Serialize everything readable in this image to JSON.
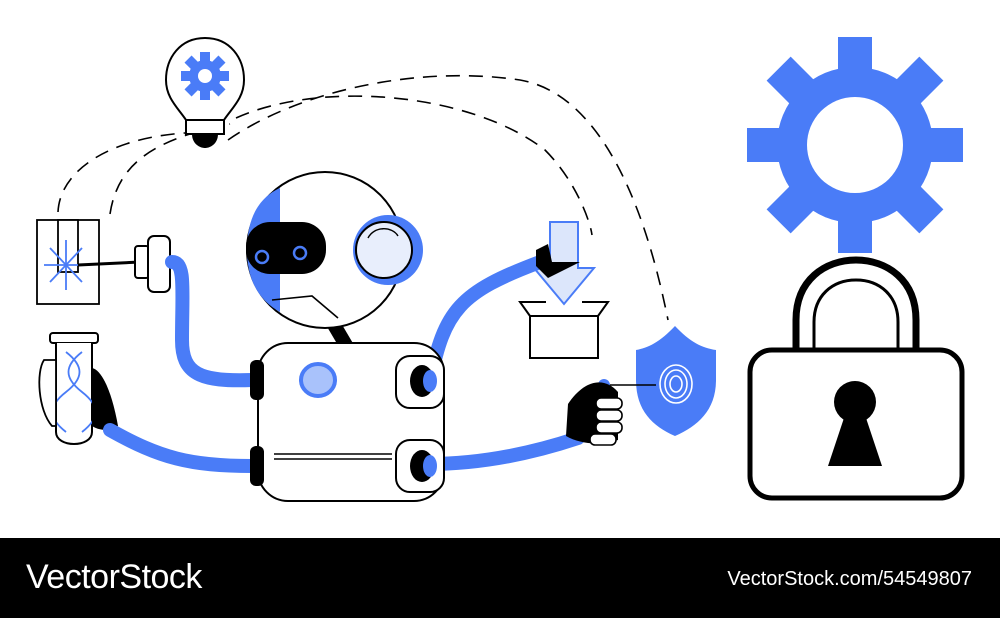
{
  "watermark": {
    "brand": "VectorStock",
    "image_id": "VectorStock.com/54549807"
  },
  "colors": {
    "accent": "#4a7cf7",
    "ink": "#000000",
    "background": "#ffffff",
    "footer": "#000000"
  },
  "icons": [
    "robot",
    "lightbulb-gear-icon",
    "gear-icon",
    "padlock-icon",
    "shield-fingerprint-icon",
    "test-tube-dna-icon",
    "laser-device-icon",
    "download-box-icon"
  ]
}
